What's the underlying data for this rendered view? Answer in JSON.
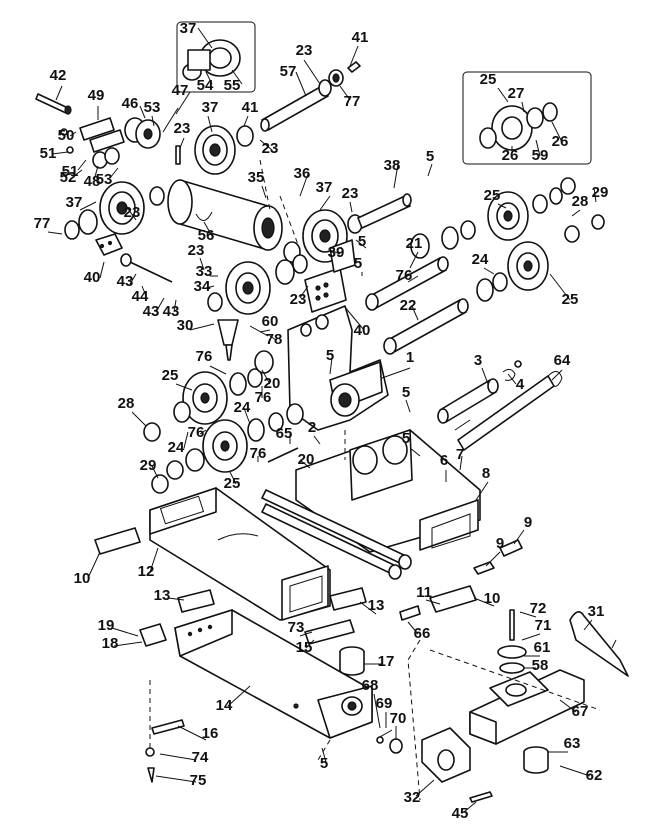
{
  "callouts": [
    "37",
    "54",
    "55",
    "23",
    "41",
    "57",
    "77",
    "42",
    "49",
    "47",
    "46",
    "53",
    "37",
    "41",
    "23",
    "50",
    "51",
    "52",
    "48",
    "51",
    "53",
    "23",
    "38",
    "5",
    "35",
    "36",
    "37",
    "23",
    "25",
    "27",
    "26",
    "26",
    "59",
    "25",
    "28",
    "29",
    "77",
    "37",
    "23",
    "56",
    "23",
    "39",
    "5",
    "21",
    "76",
    "24",
    "40",
    "43",
    "44",
    "33",
    "34",
    "43",
    "43",
    "5",
    "23",
    "22",
    "25",
    "30",
    "60",
    "78",
    "40",
    "5",
    "3",
    "1",
    "64",
    "25",
    "76",
    "20",
    "76",
    "4",
    "28",
    "24",
    "5",
    "24",
    "76",
    "29",
    "5",
    "65",
    "2",
    "20",
    "6",
    "7",
    "76",
    "25",
    "8",
    "9",
    "9",
    "10",
    "12",
    "11",
    "10",
    "13",
    "13",
    "72",
    "31",
    "71",
    "73",
    "19",
    "15",
    "66",
    "18",
    "61",
    "17",
    "58",
    "68",
    "69",
    "70",
    "14",
    "67",
    "16",
    "63",
    "5",
    "74",
    "62",
    "75",
    "32",
    "45"
  ]
}
